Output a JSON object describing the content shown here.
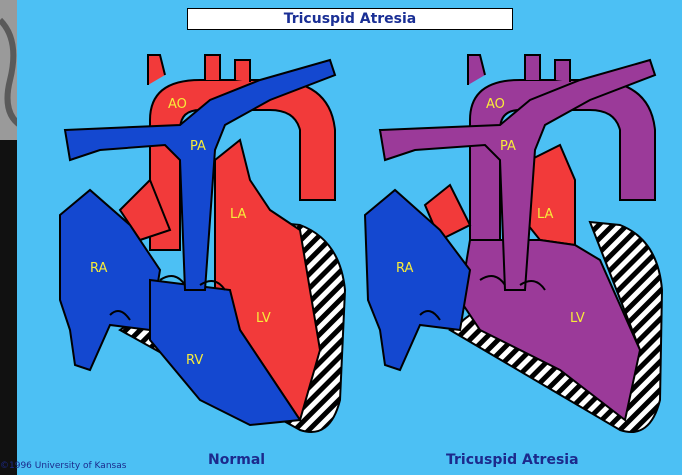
{
  "title": "Tricuspid Atresia",
  "normal_heart": {
    "labels": {
      "ao": "AO",
      "pa": "PA",
      "la": "LA",
      "ra": "RA",
      "rv": "RV",
      "lv": "LV"
    },
    "caption": "Normal"
  },
  "atresia_heart": {
    "labels": {
      "ao": "AO",
      "pa": "PA",
      "la": "LA",
      "ra": "RA",
      "lv": "LV"
    },
    "caption": "Tricuspid Atresia"
  },
  "copyright": "©1996 University of Kansas",
  "colors": {
    "background": "#4cc0f4",
    "oxygenated": "#f23a3a",
    "deoxygenated": "#1448d0",
    "mixed": "#9b3a99",
    "label_text": "#f7eb3a",
    "caption_text": "#1c2a8c"
  }
}
